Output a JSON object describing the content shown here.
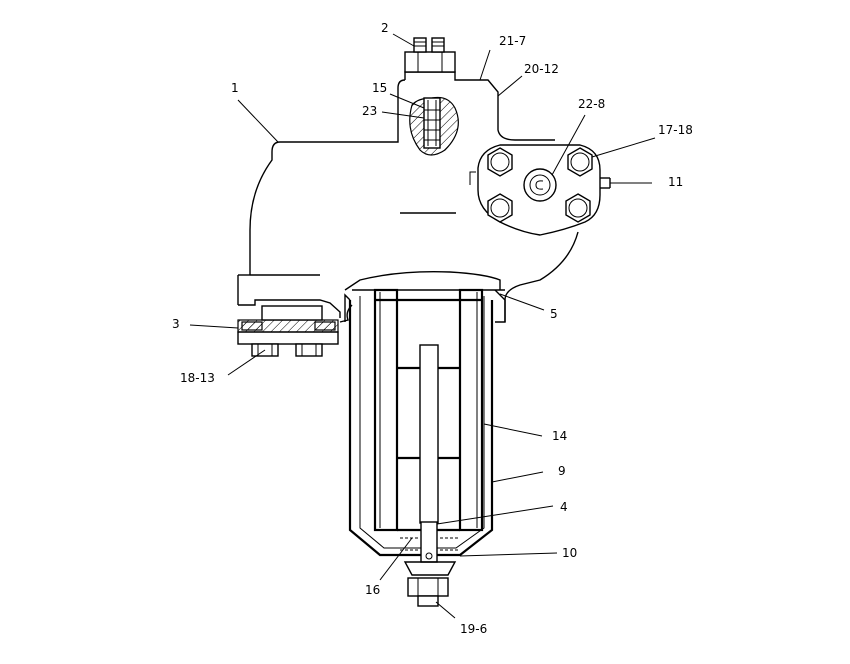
{
  "drawing": {
    "callouts": [
      {
        "id": "c1",
        "text": "1"
      },
      {
        "id": "c2",
        "text": "2"
      },
      {
        "id": "c3",
        "text": "3"
      },
      {
        "id": "c4",
        "text": "4"
      },
      {
        "id": "c5",
        "text": "5"
      },
      {
        "id": "c9",
        "text": "9"
      },
      {
        "id": "c10",
        "text": "10"
      },
      {
        "id": "c11",
        "text": "11"
      },
      {
        "id": "c14",
        "text": "14"
      },
      {
        "id": "c15",
        "text": "15"
      },
      {
        "id": "c16",
        "text": "16"
      },
      {
        "id": "c17_18",
        "text": "17-18"
      },
      {
        "id": "c18_13",
        "text": "18-13"
      },
      {
        "id": "c19_6",
        "text": "19-6"
      },
      {
        "id": "c20_12",
        "text": "20-12"
      },
      {
        "id": "c21_7",
        "text": "21-7"
      },
      {
        "id": "c22_8",
        "text": "22-8"
      },
      {
        "id": "c23",
        "text": "23"
      }
    ]
  }
}
